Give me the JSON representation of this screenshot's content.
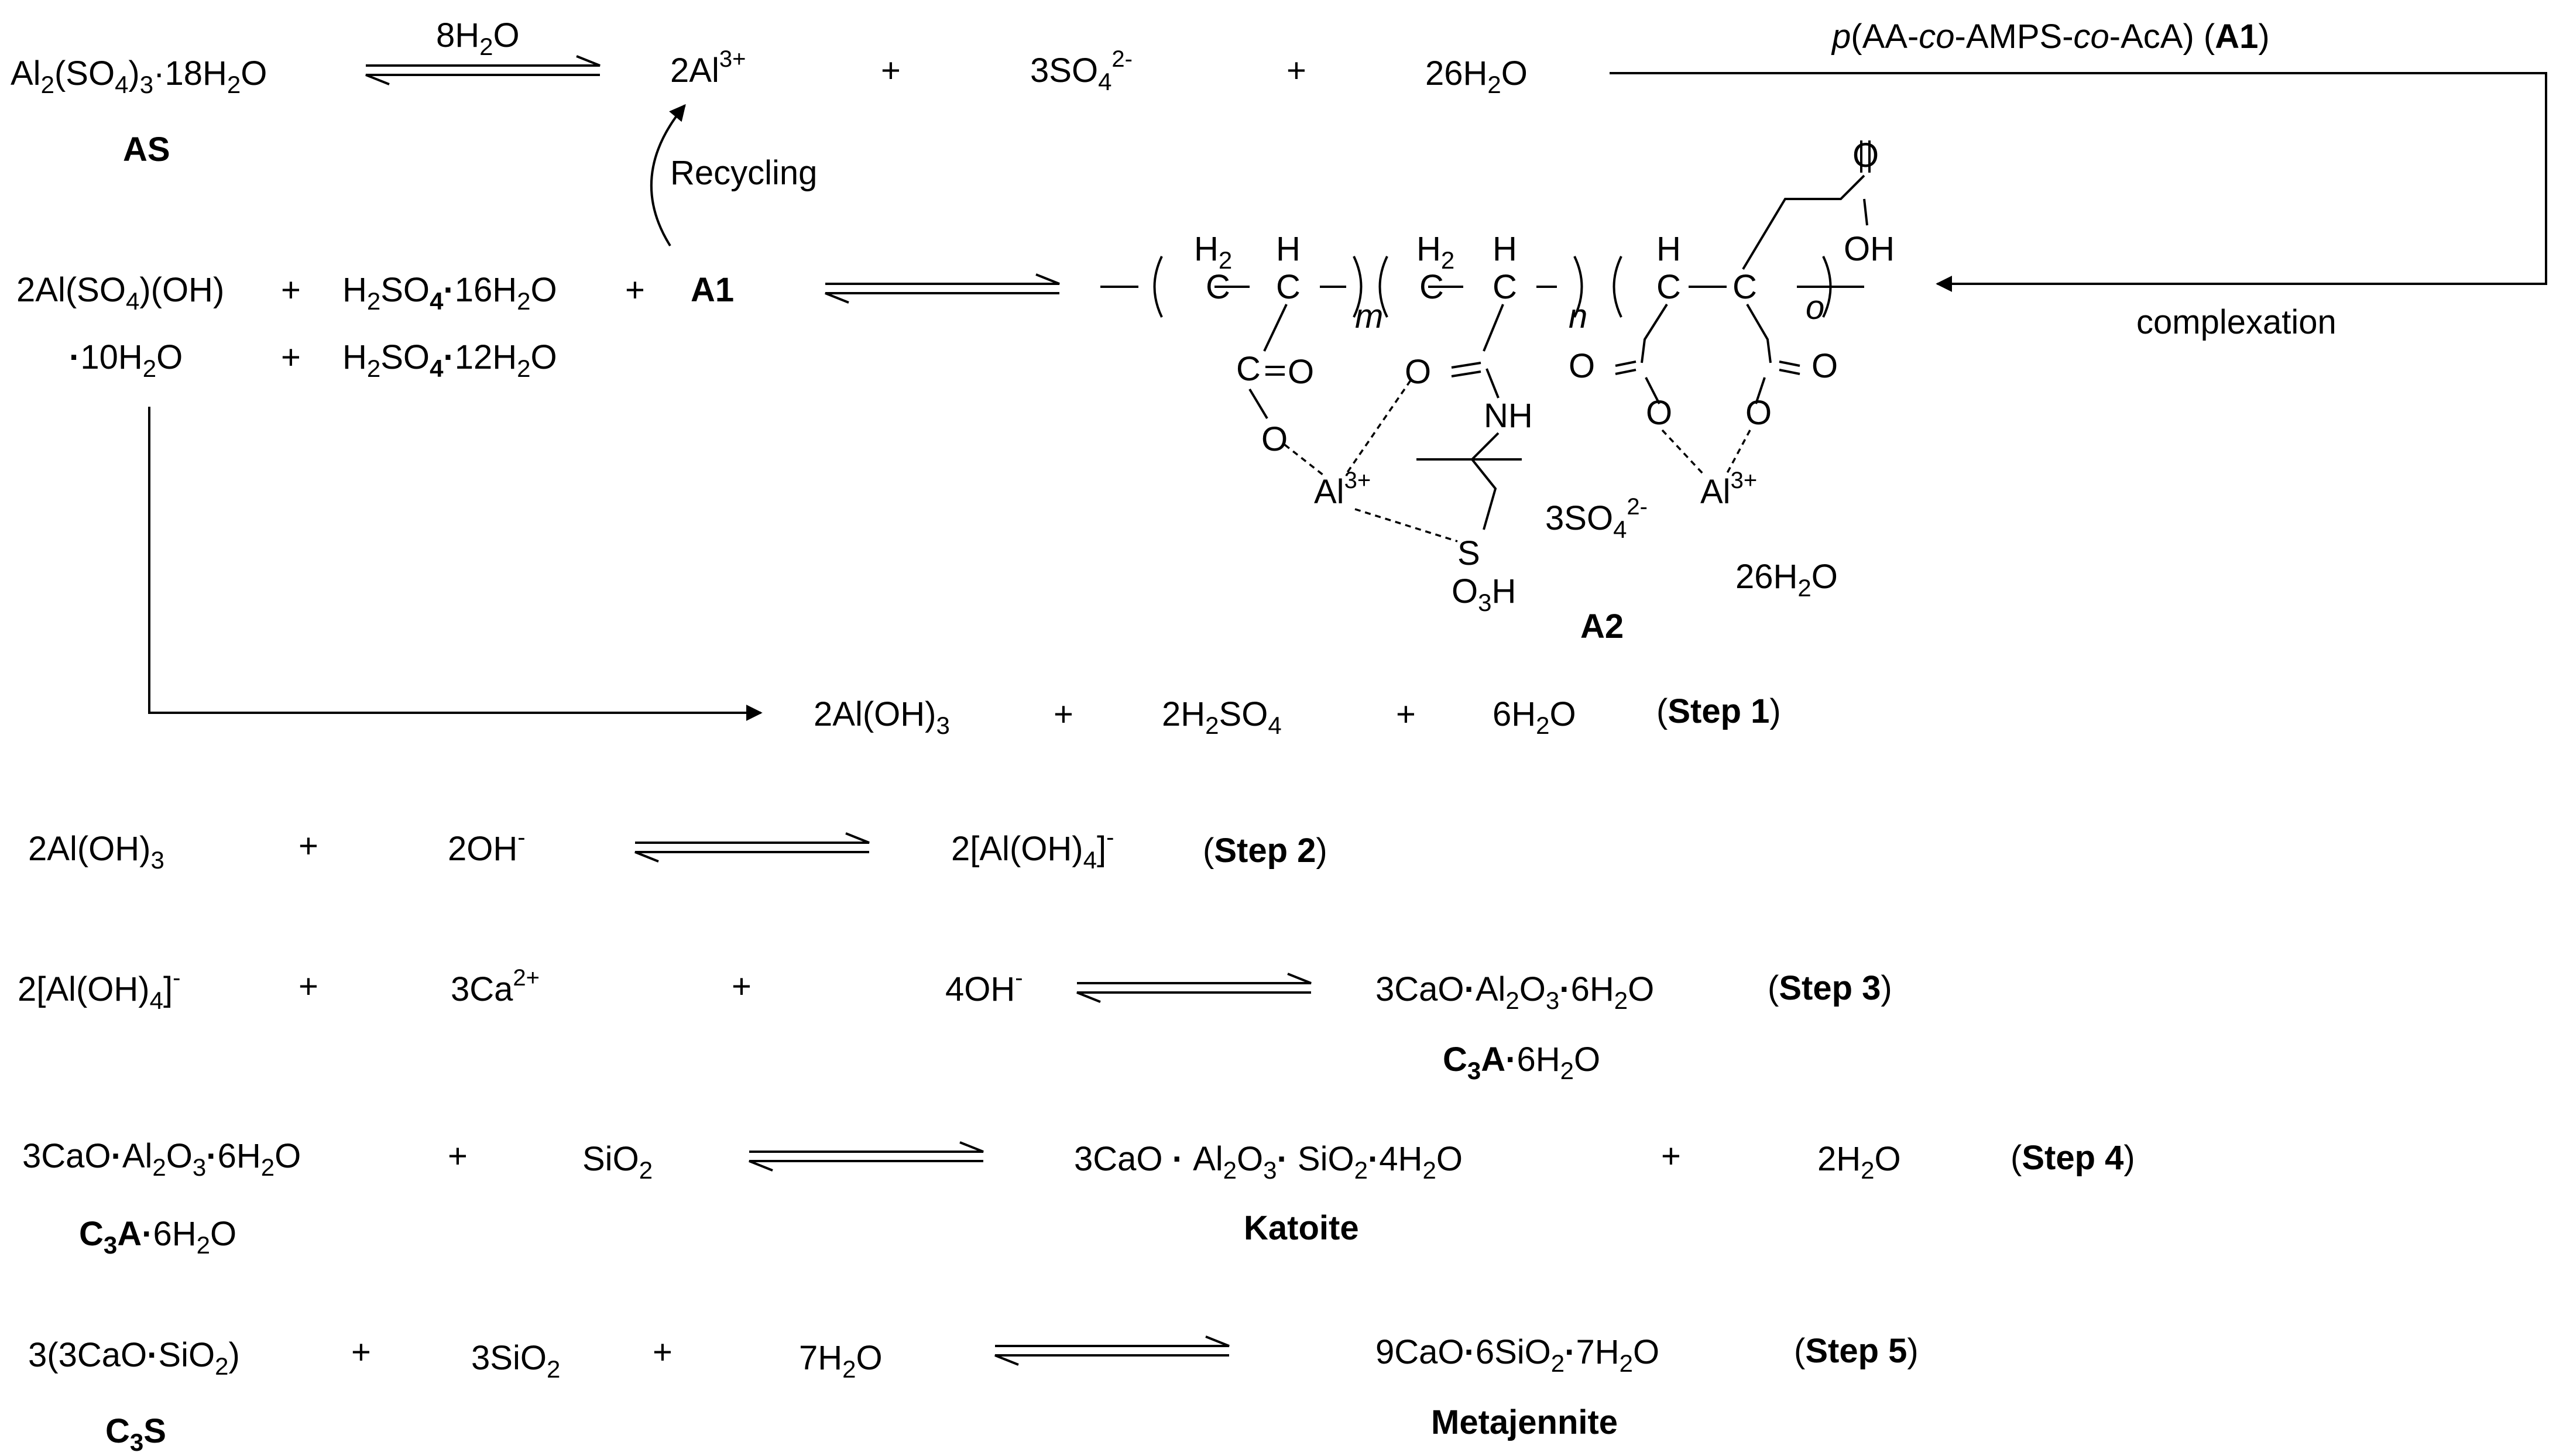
{
  "top": {
    "as": {
      "a": "Al",
      "b": "2",
      "c": "(SO",
      "d": "4",
      "e": ")",
      "f": "3",
      "g": "18H",
      "h": "2",
      "i": "O"
    },
    "as_label": "AS",
    "water8": {
      "a": "8H",
      "b": "2",
      "c": "O"
    },
    "al_ion": {
      "a": "2Al",
      "b": "3+"
    },
    "plus": "+",
    "so4": {
      "a": "3SO",
      "b": "4",
      "c": "2-"
    },
    "h2o26": {
      "a": "26H",
      "b": "2",
      "c": "O"
    },
    "polymer": {
      "a": "p",
      "b": "(AA-",
      "c": "co",
      "d": "-AMPS-",
      "e": "co",
      "f": "-AcA) (",
      "g": "A1",
      "h": ")"
    },
    "recycling": "Recycling",
    "complexation": "complexation"
  },
  "second": {
    "basic": {
      "a": "2Al(SO",
      "b": "4",
      "c": ")(OH)"
    },
    "basic_water": {
      "a": "10H",
      "b": "2",
      "c": "O"
    },
    "acid16": {
      "a": "H",
      "b": "2",
      "c": "SO",
      "d": "4",
      "e": "16H",
      "f": "2",
      "g": "O"
    },
    "acid12": {
      "a": "H",
      "b": "2",
      "c": "SO",
      "d": "4",
      "e": "12H",
      "f": "2",
      "g": "O"
    },
    "a1": "A1"
  },
  "structure": {
    "h2": {
      "a": "H",
      "b": "2"
    },
    "h": "H",
    "m": "m",
    "n": "n",
    "o": "o",
    "o_atom": "O",
    "oh": "OH",
    "nh": "NH",
    "s": "S",
    "so3h": {
      "a": "O",
      "b": "3",
      "c": "H"
    },
    "al3": {
      "a": "Al",
      "b": "3+"
    },
    "so4": {
      "a": "3SO",
      "b": "4",
      "c": "2-"
    },
    "h2o26": {
      "a": "26H",
      "b": "2",
      "c": "O"
    },
    "label": "A2"
  },
  "step1": {
    "p1": {
      "a": "2Al(OH)",
      "b": "3"
    },
    "p2": {
      "a": "2H",
      "b": "2",
      "c": "SO",
      "d": "4"
    },
    "p3": {
      "a": "6H",
      "b": "2",
      "c": "O"
    },
    "label": {
      "a": "(",
      "b": "Step 1",
      "c": ")"
    }
  },
  "step2": {
    "r1": {
      "a": "2Al(OH)",
      "b": "3"
    },
    "r2": {
      "a": "2OH",
      "b": "-"
    },
    "p1": {
      "a": "2[Al(OH)",
      "b": "4",
      "c": "]",
      "d": "-"
    },
    "label": {
      "a": "(",
      "b": "Step 2",
      "c": ")"
    }
  },
  "step3": {
    "r1": {
      "a": "2[Al(OH)",
      "b": "4",
      "c": "]",
      "d": "-"
    },
    "r2": {
      "a": "3Ca",
      "b": "2+"
    },
    "r3": {
      "a": "4OH",
      "b": "-"
    },
    "p1": {
      "a": "3CaO",
      "b": "Al",
      "c": "2",
      "d": "O",
      "e": "3",
      "f": "6H",
      "g": "2",
      "h": "O"
    },
    "c3a": {
      "a": "C",
      "b": "3",
      "c": "A",
      "d": "6H",
      "e": "2",
      "f": "O"
    },
    "label": {
      "a": "(",
      "b": "Step 3",
      "c": ")"
    }
  },
  "step4": {
    "r1": {
      "a": "3CaO",
      "b": "Al",
      "c": "2",
      "d": "O",
      "e": "3",
      "f": "6H",
      "g": "2",
      "h": "O"
    },
    "c3a": {
      "a": "C",
      "b": "3",
      "c": "A",
      "d": "6H",
      "e": "2",
      "f": "O"
    },
    "r2": {
      "a": "SiO",
      "b": "2"
    },
    "p1": {
      "a": "3CaO",
      "b": "Al",
      "c": "2",
      "d": "O",
      "e": "3",
      "f": "SiO",
      "g": "2",
      "h": "4H",
      "i": "2",
      "j": "O"
    },
    "katoite": "Katoite",
    "p2": {
      "a": "2H",
      "b": "2",
      "c": "O"
    },
    "label": {
      "a": "(",
      "b": "Step 4",
      "c": ")"
    }
  },
  "step5": {
    "r1": {
      "a": "3(3CaO",
      "b": "SiO",
      "c": "2",
      "d": ")"
    },
    "c3s": {
      "a": "C",
      "b": "3",
      "c": "S"
    },
    "r2": {
      "a": "3SiO",
      "b": "2"
    },
    "r3": {
      "a": "7H",
      "b": "2",
      "c": "O"
    },
    "p1": {
      "a": "9CaO",
      "b": "6SiO",
      "c": "2",
      "d": "7H",
      "e": "2",
      "f": "O"
    },
    "metajennite": "Metajennite",
    "label": {
      "a": "(",
      "b": "Step 5",
      "c": ")"
    }
  }
}
